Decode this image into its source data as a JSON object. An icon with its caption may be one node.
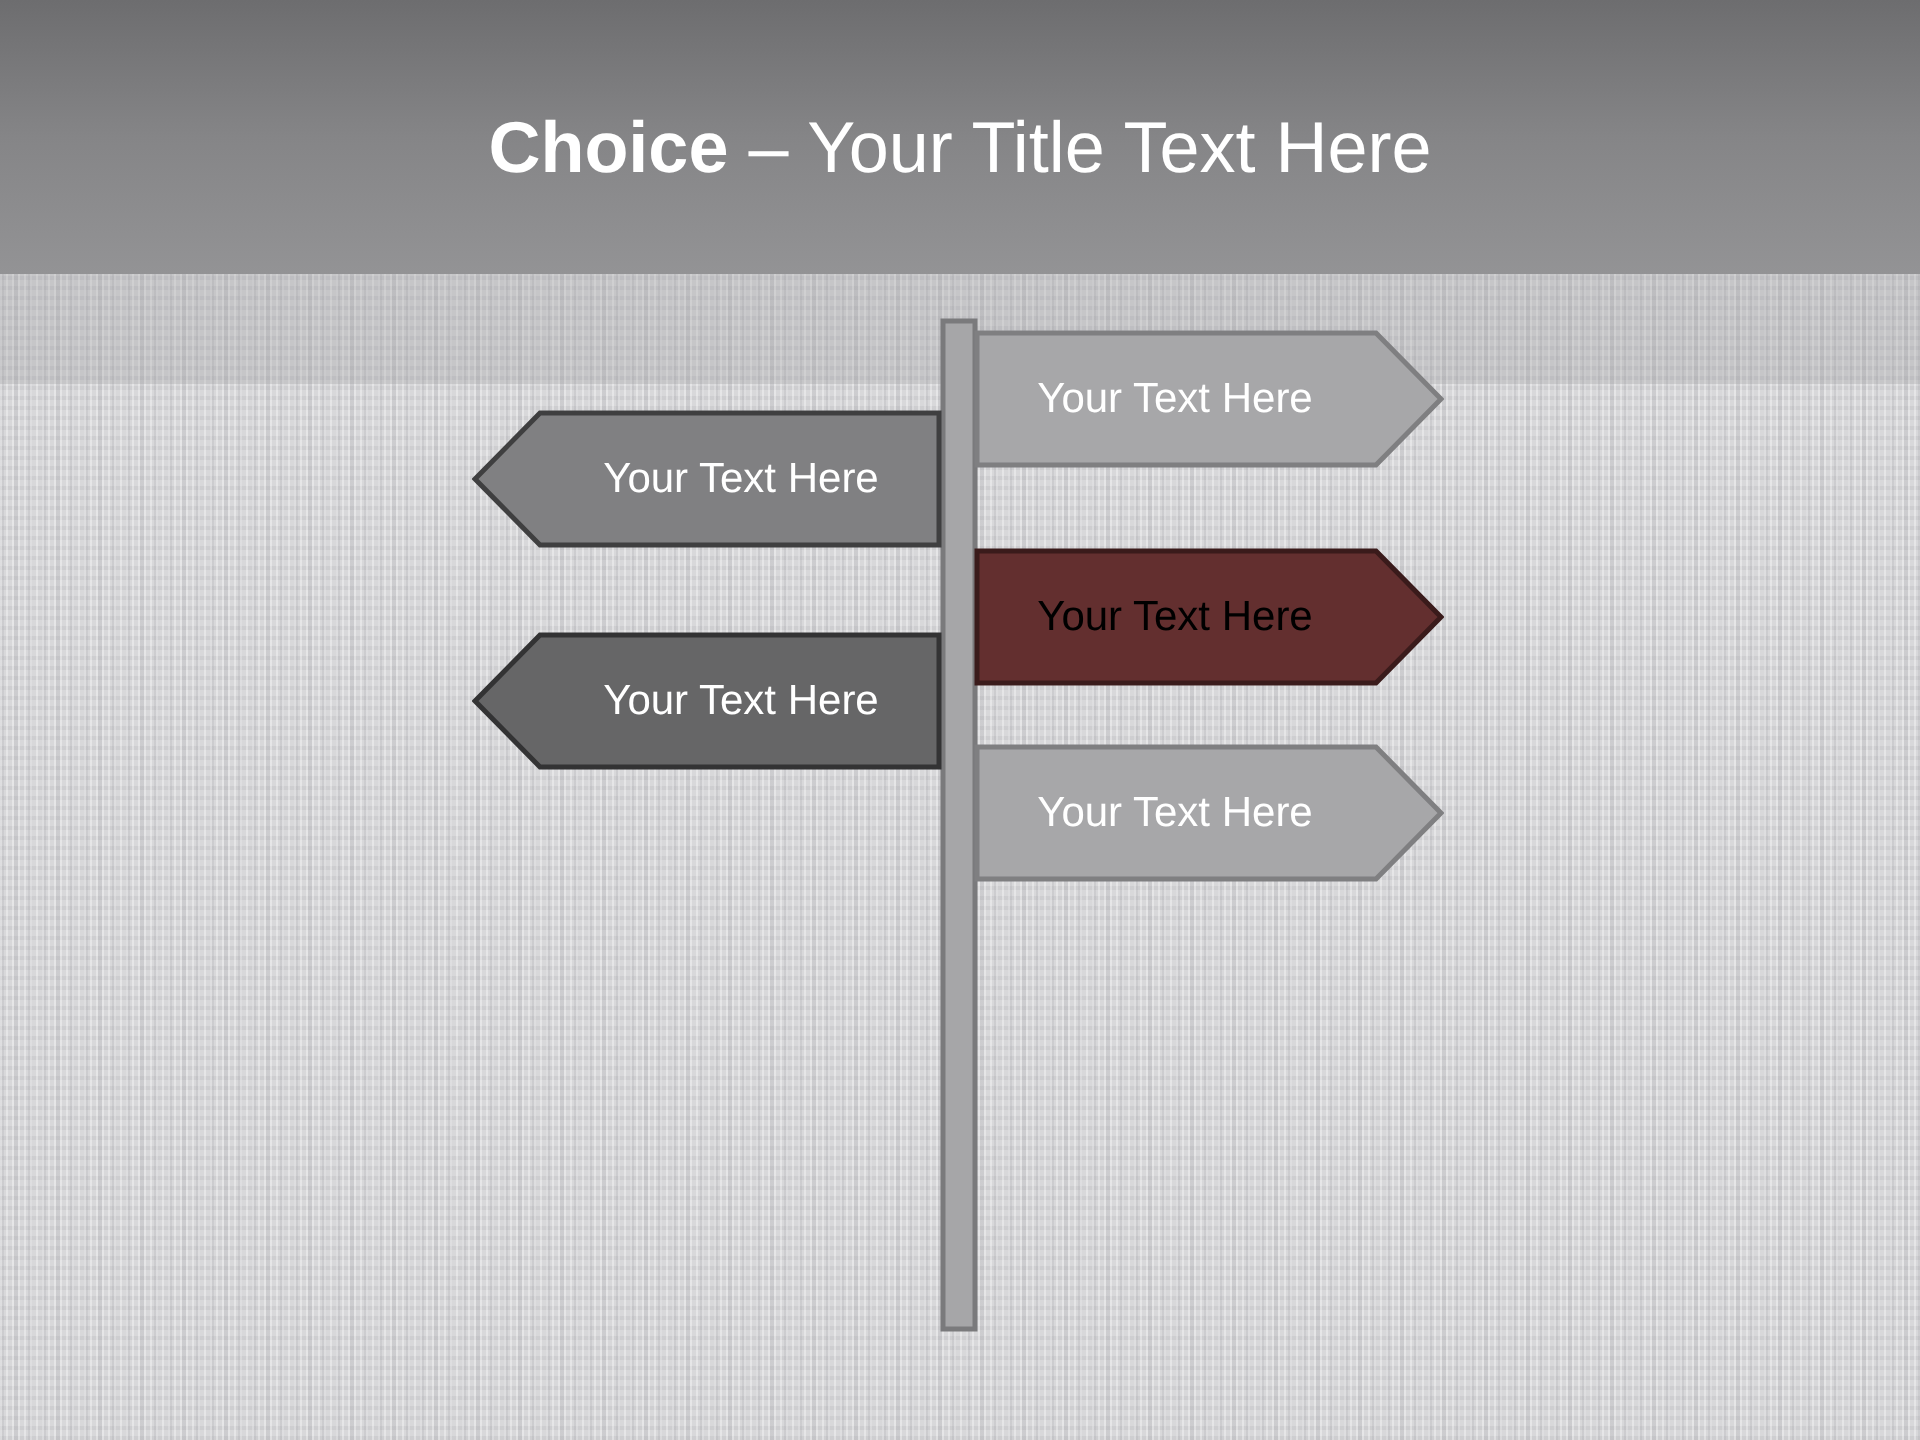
{
  "diagram": {
    "title": "**Choice** – Your Title Text Here",
    "nodes": [
      {
        "text": [],
        "shape": "bar"
      },
      {
        "text": [
          "Your Text Here"
        ]
      },
      {
        "text": [
          "Your Text Here"
        ]
      },
      {
        "text": [
          "Your Text Here"
        ]
      },
      {
        "text": [
          "Your Text Here"
        ]
      },
      {
        "text": [
          "Your Text Here"
        ]
      }
    ]
  }
}
